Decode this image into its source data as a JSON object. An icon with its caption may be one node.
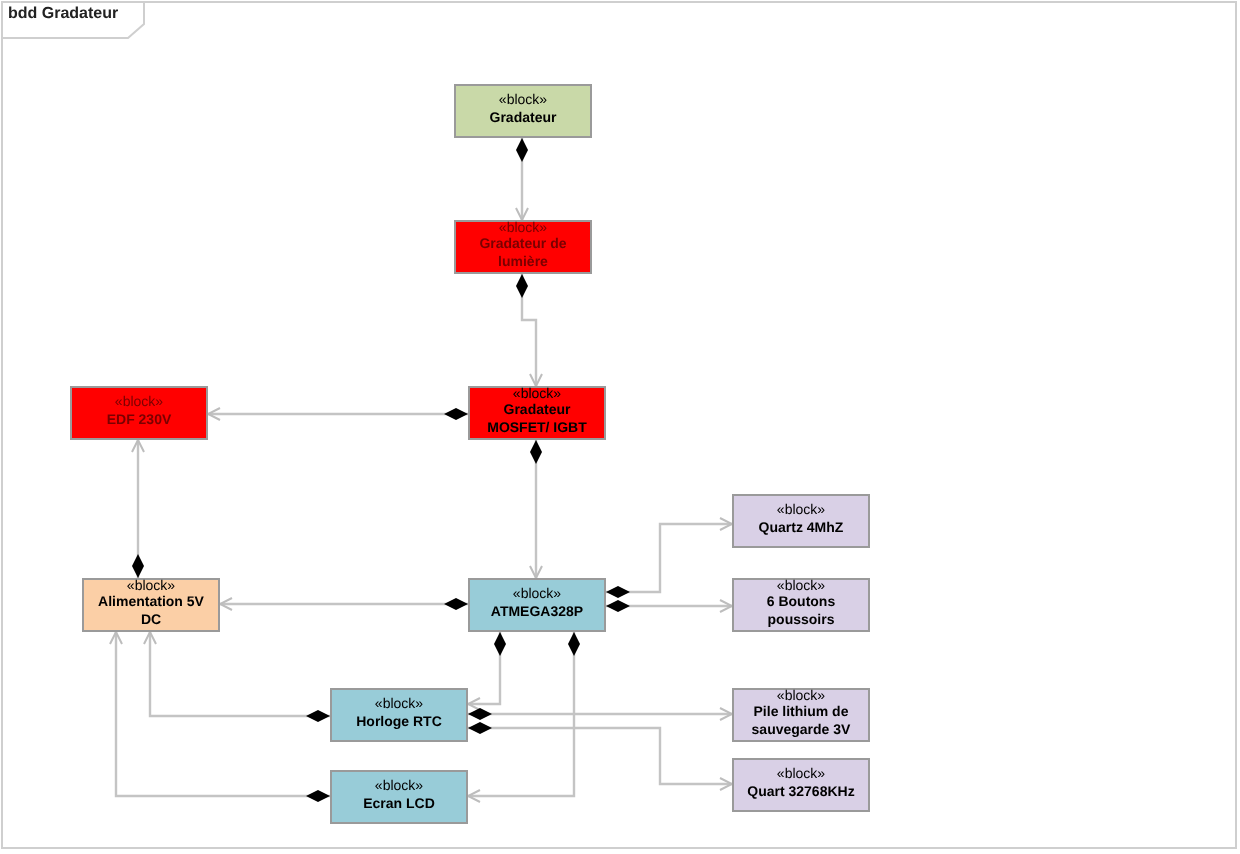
{
  "diagram": {
    "title": "bdd Gradateur",
    "nodes": [
      {
        "text": [
          "«block»",
          "Gradateur"
        ]
      },
      {
        "text": [
          "«block»",
          "Gradateur de lumière"
        ]
      },
      {
        "text": [
          "«block»",
          "EDF 230V"
        ]
      },
      {
        "text": [
          "«block»",
          "Gradateur MOSFET/ IGBT"
        ]
      },
      {
        "text": [
          "«block»",
          "Alimentation 5V DC"
        ]
      },
      {
        "text": [
          "«block»",
          "ATMEGA328P"
        ]
      },
      {
        "text": [
          "«block»",
          "Quartz 4MhZ"
        ]
      },
      {
        "text": [
          "«block»",
          "6 Boutons poussoirs"
        ]
      },
      {
        "text": [
          "«block»",
          "Horloge RTC"
        ]
      },
      {
        "text": [
          "«block»",
          "Ecran LCD"
        ]
      },
      {
        "text": [
          "«block»",
          "Pile lithium de sauvegarde 3V"
        ]
      },
      {
        "text": [
          "«block»",
          "Quart 32768KHz"
        ]
      }
    ],
    "edges": [
      {
        "from": 0,
        "to": 1,
        "arrow": "to"
      },
      {
        "from": 1,
        "to": 3,
        "arrow": "to"
      },
      {
        "from": 3,
        "to": 2,
        "arrow": "to"
      },
      {
        "from": 3,
        "to": 5,
        "arrow": "to"
      },
      {
        "from": 4,
        "to": 2,
        "arrow": "to"
      },
      {
        "from": 5,
        "to": 4,
        "arrow": "to"
      },
      {
        "from": 5,
        "to": 6,
        "arrow": "to"
      },
      {
        "from": 5,
        "to": 7,
        "arrow": "to"
      },
      {
        "from": 5,
        "to": 8,
        "arrow": "to"
      },
      {
        "from": 5,
        "to": 9,
        "arrow": "to"
      },
      {
        "from": 8,
        "to": 4,
        "arrow": "to"
      },
      {
        "from": 9,
        "to": 4,
        "arrow": "to"
      },
      {
        "from": 8,
        "to": 10,
        "arrow": "to"
      },
      {
        "from": 8,
        "to": 11,
        "arrow": "to"
      }
    ]
  }
}
